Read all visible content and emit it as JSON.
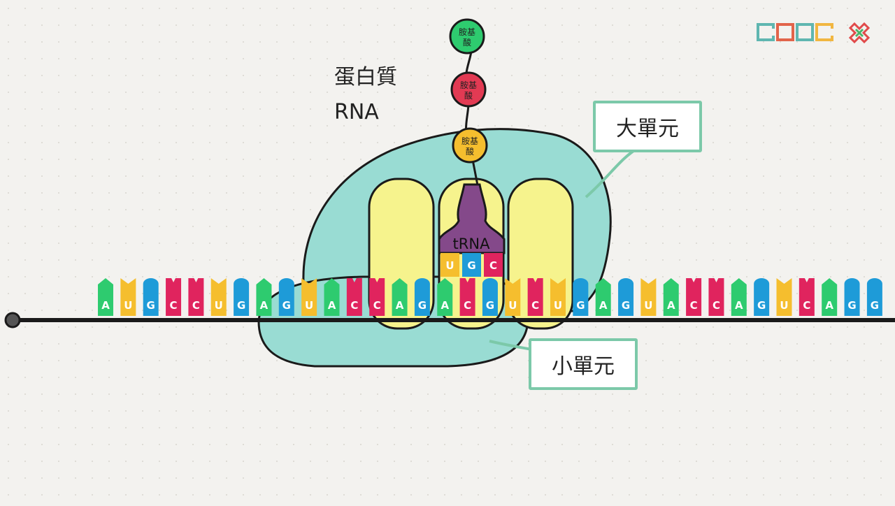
{
  "labels": {
    "protein": "蛋白質",
    "rna": "RNA",
    "large_subunit": "大單元",
    "small_subunit": "小單元",
    "trna": "tRNA",
    "amino_acid": "胺基酸"
  },
  "amino_acids": [
    {
      "color": "#2ecb6f"
    },
    {
      "color": "#e23a53"
    },
    {
      "color": "#f5be2e"
    }
  ],
  "mrna_sequence": [
    "A",
    "U",
    "G",
    "C",
    "C",
    "U",
    "G",
    "A",
    "G",
    "U",
    "A",
    "C",
    "C",
    "A",
    "G",
    "A",
    "C",
    "G",
    "U",
    "C",
    "U",
    "G",
    "A",
    "G",
    "U",
    "A",
    "C",
    "C",
    "A",
    "G",
    "U",
    "C",
    "A",
    "G",
    "G"
  ],
  "trna_anticodon": [
    "U",
    "G",
    "C"
  ],
  "base_colors": {
    "A": "#2ecb6f",
    "U": "#f5be2e",
    "G": "#1e9bd8",
    "C": "#e0245e"
  },
  "colors": {
    "ribosome": "#99dcd3",
    "site": "#f6f38d",
    "trna_body": "#84498a",
    "callout_border": "#7cc9a9"
  }
}
